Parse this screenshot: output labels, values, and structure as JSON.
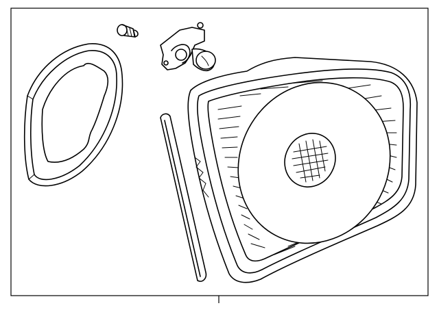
{
  "diagram": {
    "frame_present": true,
    "callout_leader_present": true,
    "parts": [
      {
        "id": "gasket",
        "shape": "oval-frame-seal"
      },
      {
        "id": "screw",
        "shape": "fastener"
      },
      {
        "id": "bulb-socket",
        "shape": "socket-with-bulb"
      },
      {
        "id": "seal-strip",
        "shape": "long-strip"
      },
      {
        "id": "lamp-assembly",
        "shape": "lens-housing"
      }
    ],
    "colors": {
      "line": "#000000",
      "background": "#ffffff"
    }
  }
}
